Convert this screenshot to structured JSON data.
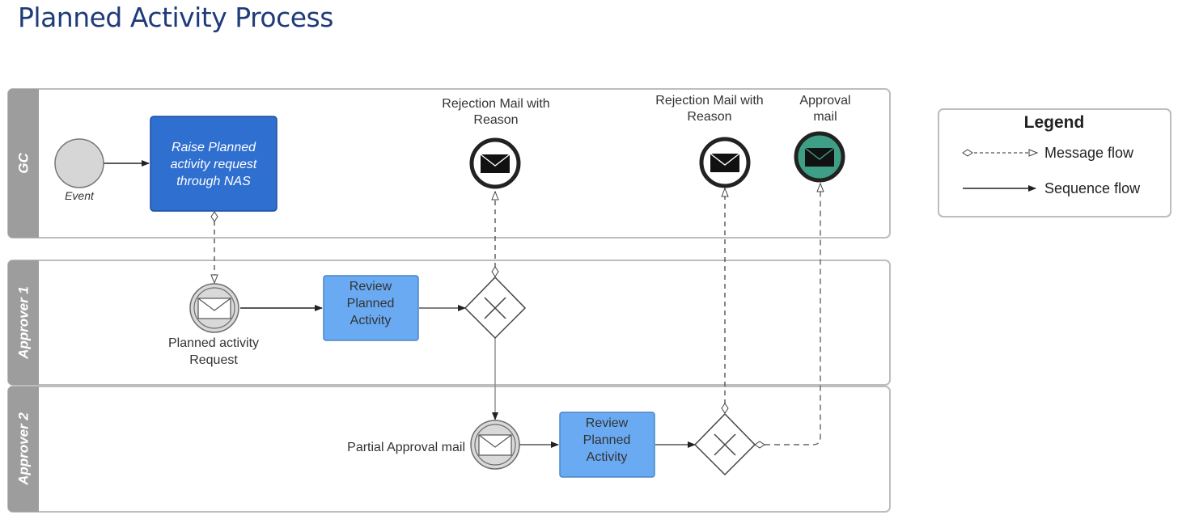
{
  "page": {
    "title": "Planned Activity Process"
  },
  "lanes": [
    {
      "id": "gc",
      "label": "GC"
    },
    {
      "id": "approver1",
      "label": "Approver 1"
    },
    {
      "id": "approver2",
      "label": "Approver 2"
    }
  ],
  "nodes": {
    "start_event": {
      "label": "Event"
    },
    "raise_task": {
      "lines": [
        "Raise Planned",
        "activity request",
        "through NAS"
      ]
    },
    "request_event": {
      "lines": [
        "Planned activity",
        "Request"
      ]
    },
    "review1": {
      "lines": [
        "Review",
        "Planned",
        "Activity"
      ]
    },
    "rejection1": {
      "lines": [
        "Rejection Mail with",
        "Reason"
      ]
    },
    "partial_event": {
      "label": "Partial Approval mail"
    },
    "review2": {
      "lines": [
        "Review",
        "Planned",
        "Activity"
      ]
    },
    "rejection2": {
      "lines": [
        "Rejection Mail with",
        "Reason"
      ]
    },
    "approval": {
      "lines": [
        "Approval",
        "mail"
      ]
    }
  },
  "legend": {
    "title": "Legend",
    "message_flow": "Message flow",
    "sequence_flow": "Sequence flow"
  },
  "colors": {
    "title": "#1f3b7a",
    "task_dark": "#2f6fd0",
    "task_light": "#6aaaf2",
    "approval_fill": "#3f9f86",
    "lane_header": "#9d9d9d"
  }
}
